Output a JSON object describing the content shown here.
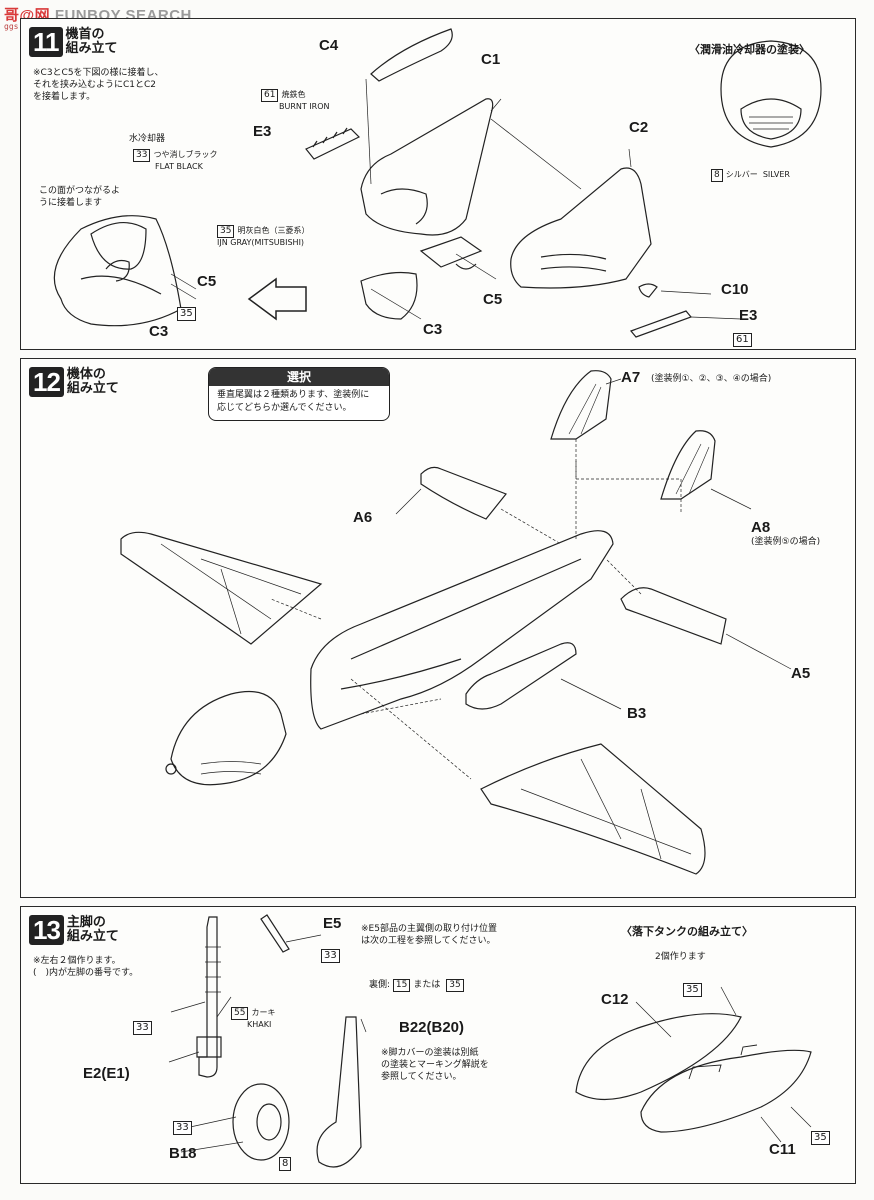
{
  "watermark": {
    "logo": "哥@网",
    "brand": "FUNBOY SEARCH",
    "url": "ggs.com"
  },
  "step11": {
    "number": "11",
    "title_line1": "機首の",
    "title_line2": "組み立て",
    "note": [
      "※C3とC5を下図の様に接着し、",
      "それを挟み込むようにC1とC2",
      "を接着します。"
    ],
    "radiator_label": "水冷却器",
    "radiator_paint_code": "33",
    "radiator_paint_jp": "つや消しブラック",
    "radiator_paint_en": "FLAT BLACK",
    "surface_note": [
      "この面がつながるよ",
      "うに接着します"
    ],
    "paint61_code": "61",
    "paint61_jp": "焼鉄色",
    "paint61_en": "BURNT IRON",
    "paint35_code": "35",
    "paint35_jp": "明灰白色（三菱系）",
    "paint35_en": "IJN GRAY(MITSUBISHI)",
    "oil_cooler_title": "〈潤滑油冷却器の塗装〉",
    "silver_code": "8",
    "silver_jp": "シルバー",
    "silver_en": "SILVER",
    "parts": {
      "c4": "C4",
      "c1": "C1",
      "e3": "E3",
      "c2": "C2",
      "c5": "C5",
      "c3": "C3",
      "c10": "C10",
      "e3b": "E3",
      "c5b": "C5",
      "c3b": "C3"
    },
    "code_35_callout": "35",
    "code_61_callout": "61"
  },
  "step12": {
    "number": "12",
    "title_line1": "機体の",
    "title_line2": "組み立て",
    "select_title": "選択",
    "select_body": [
      "垂直尾翼は２種類あります、塗装例に",
      "応じてどちらか選んでください。"
    ],
    "parts": {
      "a7": "A7",
      "a7_note": "(塗装例①、②、③、④の場合)",
      "a6": "A6",
      "a8": "A8",
      "a8_note": "(塗装例⑤の場合)",
      "a5": "A5",
      "b3": "B3"
    }
  },
  "step13": {
    "number": "13",
    "title_line1": "主脚の",
    "title_line2": "組み立て",
    "note": [
      "※左右２個作ります。",
      "(　)内が左脚の番号です。"
    ],
    "e5_note": [
      "※E5部品の主翼側の取り付け位置",
      "は次の工程を参照してください。"
    ],
    "gear_cover_paint": "裏側:",
    "gear_cover_code_a": "15",
    "gear_cover_or": "または",
    "gear_cover_code_b": "35",
    "gear_cover_note": [
      "※脚カバーの塗装は別紙",
      "の塗装とマーキング解説を",
      "参照してください。"
    ],
    "khaki_code": "55",
    "khaki_jp": "カーキ",
    "khaki_en": "KHAKI",
    "code33a": "33",
    "code33b": "33",
    "code33c": "33",
    "code8": "8",
    "code35a": "35",
    "code35b": "35",
    "drop_tank_title": "〈落下タンクの組み立て〉",
    "drop_tank_note": "2個作ります",
    "parts": {
      "e5": "E5",
      "b22": "B22(B20)",
      "e2": "E2(E1)",
      "b18": "B18",
      "c12": "C12",
      "c11": "C11"
    }
  }
}
